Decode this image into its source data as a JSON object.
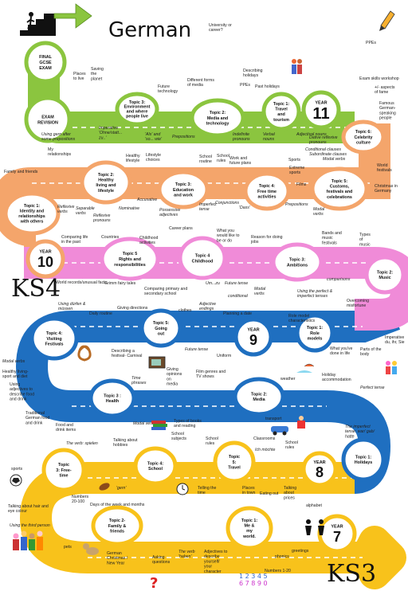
{
  "title": "German",
  "stages": {
    "ks4": "KS4",
    "ks3": "KS3"
  },
  "colors": {
    "green": "#8bc53f",
    "orange": "#f4a56b",
    "pink": "#f08bd8",
    "blue": "#1f6fc0",
    "yellow": "#f8c21b"
  },
  "years": {
    "y11": {
      "label": "YEAR",
      "num": "11"
    },
    "y10": {
      "label": "YEAR",
      "num": "10"
    },
    "y9": {
      "label": "YEAR",
      "num": "9"
    },
    "y8": {
      "label": "YEAR",
      "num": "8"
    },
    "y7": {
      "label": "YEAR",
      "num": "7"
    }
  },
  "green_row": {
    "final_exam": [
      "FINAL",
      "GCSE",
      "EXAM"
    ],
    "exam_revision": [
      "EXAM",
      "REVISION"
    ],
    "topic3": [
      "Topic 3:",
      "Environment",
      "and where",
      "people live"
    ],
    "topic2": [
      "Topic 2:",
      "Media and",
      "technology"
    ],
    "topic1": [
      "Topic 1:",
      "Travel",
      "and",
      "tourism"
    ],
    "labels": {
      "places_to_live": [
        "Places",
        "to live"
      ],
      "saving_planet": [
        "Saving",
        "the",
        "planet"
      ],
      "future_technology": [
        "Future",
        "technology"
      ],
      "different_forms": [
        "Different forms",
        "of media"
      ],
      "university": [
        "University or",
        "career?"
      ],
      "describing_holidays": [
        "Describing",
        "holidays"
      ],
      "ppes1": "PPEs",
      "past_holidays": "Past holidays",
      "ppes2": "PPEs",
      "exam_workshop": "Exam skills workshop",
      "aspects_fame": [
        "+/- aspects",
        "of fame"
      ],
      "famous_people": [
        "Famous",
        "German-",
        "speaking",
        "people"
      ],
      "using_gern": [
        "Using gern after",
        "some prepositions"
      ],
      "imperative": [
        "Imperative",
        "'Ohne/statt...",
        "zu..'"
      ],
      "als_wie": [
        "'Als' and",
        "'so... wie'"
      ],
      "prepositions": "Prepositions",
      "indefinite": [
        "Indefinite",
        "pronouns"
      ],
      "verbal_nouns": [
        "Verbal",
        "nouns"
      ],
      "adjectival_nouns": "Adjectival nouns"
    }
  },
  "orange_row": {
    "topic6": [
      "Topic 6:",
      "Celebrity",
      "culture"
    ],
    "topic5": [
      "Topic 5:",
      "Customs,",
      "festivals and",
      "celebrations"
    ],
    "topic4": [
      "Topic 4:",
      "Free time",
      "activities"
    ],
    "topic3": [
      "Topic 3:",
      "Education",
      "and work"
    ],
    "topic2": [
      "Topic 2:",
      "Healthy",
      "living and",
      "lifestyle"
    ],
    "topic1": [
      "Topic 1:",
      "Identity and",
      "relationships",
      "with others"
    ],
    "labels": {
      "dative_reflexive": [
        "Dative reflexive",
        "pronouns"
      ],
      "conditional_clauses": "Conditional clauses",
      "subordinate_clauses": "Subordinate clauses",
      "modal_verbs": "Modal verbs",
      "world_festivals": [
        "World",
        "festivals"
      ],
      "christmas": [
        "Christmas in",
        "Germany"
      ],
      "sports": "Sports",
      "extreme_sports": [
        "Extreme",
        "sports"
      ],
      "films": "Films",
      "prepositions": "Prepositions",
      "modal_verbs2": [
        "Modal",
        "verbs"
      ],
      "work_future": [
        "Work and",
        "future plans"
      ],
      "school_rules": [
        "School",
        "rules"
      ],
      "school_routine": [
        "School",
        "routine"
      ],
      "healthy_lifestyle": [
        "Healthy",
        "lifestyle"
      ],
      "lifestyle_choices": [
        "Lifestyle",
        "choices"
      ],
      "my_relationships": [
        "My",
        "relationships"
      ],
      "family_friends": "Family and friends",
      "reflexive_verbs": [
        "Reflexive",
        "verbs"
      ],
      "separable_verbs": [
        "Separable",
        "verbs"
      ],
      "reflexive_pronouns": [
        "Reflexive",
        "pronouns"
      ],
      "nominative": "Nominative",
      "accusative": "Accusative",
      "possessive": [
        "Possessive",
        "adjectives"
      ],
      "imperfect_tense": [
        "Imperfect",
        "tense"
      ],
      "conjunctions": "Conjunctions",
      "dass": "'Dass'"
    }
  },
  "pink_row": {
    "topic5": [
      "Topic 5",
      "Rights and",
      "responsibilities"
    ],
    "topic4": [
      "Topic 4",
      "Childhood"
    ],
    "topic3": [
      "Topic 3:",
      "Ambitions"
    ],
    "topic2": [
      "Topic 2:",
      "Music"
    ],
    "labels": {
      "comparing_life": [
        "Comparing life",
        "in the past"
      ],
      "countries": "Countries",
      "childhood_activities": [
        "Childhood",
        "activities"
      ],
      "career_plans": "Career plans",
      "what_like": [
        "What you",
        "would like to",
        "be or do"
      ],
      "reason_jobs": [
        "Reason for doing",
        "jobs"
      ],
      "bands": [
        "Bands and",
        "music",
        "festivals"
      ],
      "types_music": [
        "Types",
        "of",
        "music"
      ],
      "world_records": "World records/unusual facts",
      "grimm": "Grimm fairy tales",
      "comparing_school": [
        "Comparing primary and",
        "secondary school"
      ],
      "um_zu": "Um...zu",
      "future_tense": "Future tense",
      "conditional": "conditional",
      "modal_verbs": [
        "Modal",
        "verbs"
      ],
      "perfect_imperfect": [
        "Using the perfect &",
        "imperfect tenses"
      ],
      "comparisons": "comparisons",
      "overcoming": [
        "Overcoming",
        "misfortune"
      ],
      "role_model": [
        "Role model",
        "characteristics"
      ]
    }
  },
  "blue_row": {
    "topic4": [
      "Topic 4:",
      "Visiting",
      "Festivals"
    ],
    "topic5": [
      "Topic 5:",
      "Going",
      "out"
    ],
    "topic1": [
      "Topic 1:",
      "Role",
      "models"
    ],
    "topic3": [
      "Topic 3 :",
      "Health"
    ],
    "topic2": [
      "Topic 2:",
      "Media"
    ],
    "topic1h": [
      "Topic 1:",
      "Holidays"
    ],
    "labels": {
      "durfen": [
        "Using dürfen &",
        "müssen"
      ],
      "daily_routine": "Daily routine",
      "giving_directions": "Giving directions",
      "clothes": "clothes",
      "adjective_endings": [
        "Adjective",
        "endings"
      ],
      "planning_date": "Planning a date",
      "modal_verbs": "Modal verbs",
      "healthy_living": [
        "Healthy living-",
        "sport and diet"
      ],
      "using_adjectives": [
        "Using",
        "adjectives to",
        "describe food",
        "and drink"
      ],
      "traditional_food": [
        "Traditional",
        "German food",
        "and drink"
      ],
      "food_items": [
        "Food and",
        "drink items"
      ],
      "describing_festival": [
        "Describing a",
        "festival- Carnival"
      ],
      "future_tense": "Future tense",
      "uniform": "Uniform",
      "what_done": [
        "What you've",
        "done in life"
      ],
      "imperative": [
        "Imperative",
        "du, ihr, Sie"
      ],
      "parts_body": [
        "Parts of the",
        "body"
      ],
      "time_phrases": [
        "Time",
        "phrases"
      ],
      "giving_opinions": [
        "Giving",
        "opinions",
        "on",
        "media"
      ],
      "film_genres": [
        "Film genres and",
        "TV shows"
      ],
      "weather": "weather",
      "holiday_accommodation": [
        "Holiday",
        "accommodation"
      ],
      "perfect_tense": "Perfect tense",
      "transport": "transport",
      "imperfect_tense": [
        "The imperfect",
        "tense: war/ gab/",
        "hatte"
      ],
      "modal_verbs2": "Modal verbs",
      "types_books": [
        "Types of books",
        "and reading"
      ]
    }
  },
  "yellow_row": {
    "topic3": [
      "Topic",
      "3: Free-",
      "time"
    ],
    "topic4": [
      "Topic 4:",
      "School"
    ],
    "topic5": [
      "Topic",
      "5:",
      "Travel"
    ],
    "topic2": [
      "Topic 2-",
      "Family &",
      "friends"
    ],
    "topic1": [
      "Topic 1:",
      "Me &",
      "my",
      "world."
    ],
    "labels": {
      "verb_spielen": "The verb: spielen",
      "talking_hobbies": [
        "Talking about",
        "hobbies"
      ],
      "school_subjects": [
        "School",
        "subjects"
      ],
      "school_rules": [
        "School",
        "rules"
      ],
      "classrooms": "Classrooms",
      "ich_mochte": "Ich möchte",
      "school_rules2": [
        "School",
        "rules"
      ],
      "sports": "sports",
      "numbers": [
        "Numbers",
        "20-100"
      ],
      "gern": "'gern'",
      "telling_time": [
        "Telling the",
        "time"
      ],
      "places_town": [
        "Places",
        "in town"
      ],
      "eating_out": "Eating out",
      "talking_prices": [
        "Talking",
        "about",
        "prices"
      ],
      "alphabet": "alphabet",
      "hair_eye": [
        "Talking about hair and",
        "eye colour"
      ],
      "days_week": "Days of the week and months",
      "third_person": "Using the third person",
      "pets": "pets",
      "christmas": [
        "German",
        "Christmas /",
        "New Year"
      ],
      "asking_questions": [
        "Asking",
        "questions"
      ],
      "verb_haben": [
        "The verb",
        "'haben'"
      ],
      "adjectives_character": [
        "Adjectives to",
        "describe",
        "yourself/",
        "your",
        "character"
      ],
      "phonics": "phonics",
      "numbers_1_20": "Numbers 1-20",
      "greetings": "greetings"
    }
  }
}
